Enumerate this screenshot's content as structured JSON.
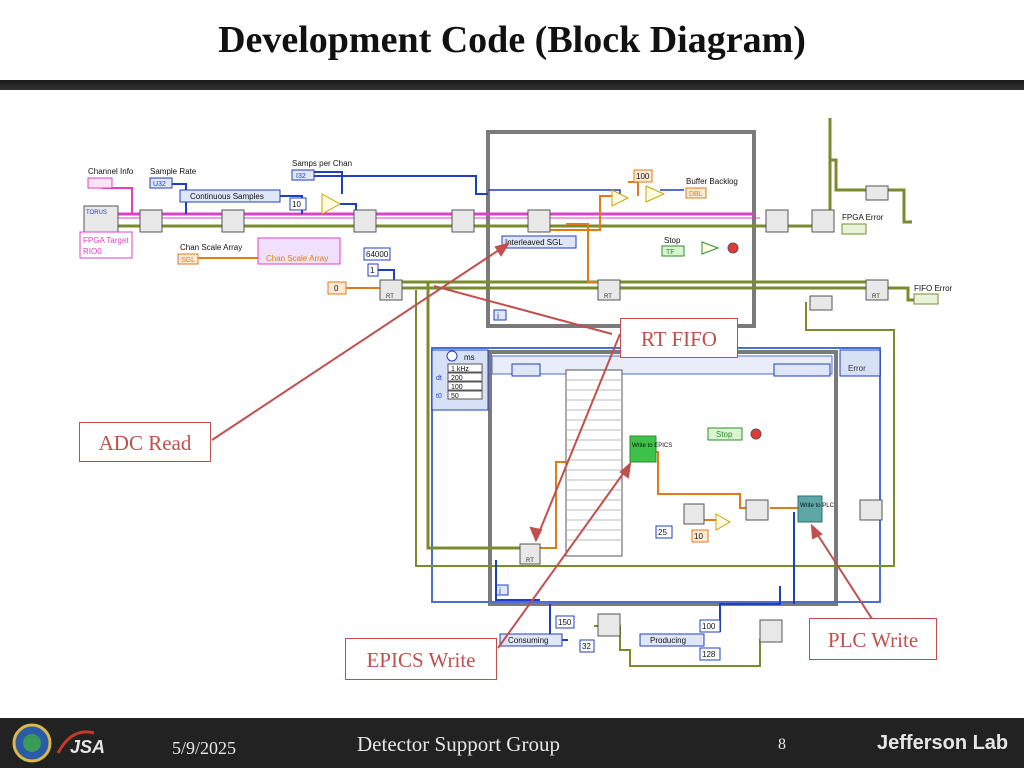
{
  "slide": {
    "title": "Development Code (Block Diagram)"
  },
  "diagram": {
    "labels": {
      "channel_info": "Channel Info",
      "sample_rate": "Sample Rate",
      "samps_per_chan": "Samps per Chan",
      "continuous_samples": "Continuous Samples",
      "fpga_target": "FPGA Target",
      "rio0": "RIO0",
      "chan_scale_array": "Chan Scale Array",
      "chan_scale_array_node": "Chan Scale Array",
      "buffer_backlog": "Buffer Backlog",
      "fpga_error": "FPGA Error",
      "stop": "Stop",
      "interleaved_sgl": "Interleaved SGL",
      "fifo_error": "FIFO Error",
      "ms": "ms",
      "error": "Error",
      "write_to_epics": "Write to EPICS",
      "write_to_plc": "Write to PLC",
      "consuming": "Consuming",
      "producing": "Producing",
      "torus": "TORUS",
      "u32": "U32",
      "i32": "I32",
      "sgl": "SGL",
      "dbl": "DBL",
      "tf": "TF",
      "rt": "RT",
      "i_icon": "i",
      "timing_1": "1 kHz",
      "timing_2": "200",
      "timing_3": "100",
      "timing_4": "50",
      "row_dt": "dt",
      "row_t0": "t0",
      "stop_btn": "Stop"
    },
    "constants": {
      "c10": "10",
      "c64000": "64000",
      "c1": "1",
      "c0": "0",
      "c100": "100",
      "c25": "25",
      "c10b": "10",
      "c150": "150",
      "c32": "32",
      "c100b": "100",
      "c128": "128"
    },
    "callouts": {
      "rt_fifo": "RT FIFO",
      "adc_read": "ADC Read",
      "epics_write": "EPICS Write",
      "plc_write": "PLC Write"
    }
  },
  "footer": {
    "date": "5/9/2025",
    "group": "Detector Support Group",
    "page": "8",
    "jlab_logo": "Jefferson Lab",
    "jsa_logo": "JSA"
  },
  "colors": {
    "wire_green": "#7a8b2e",
    "wire_orange": "#e07b1a",
    "wire_blue": "#1f3fbf",
    "wire_pink": "#e040c8",
    "callout_red": "#c0504d",
    "loop_gray": "#7a7a7a"
  }
}
